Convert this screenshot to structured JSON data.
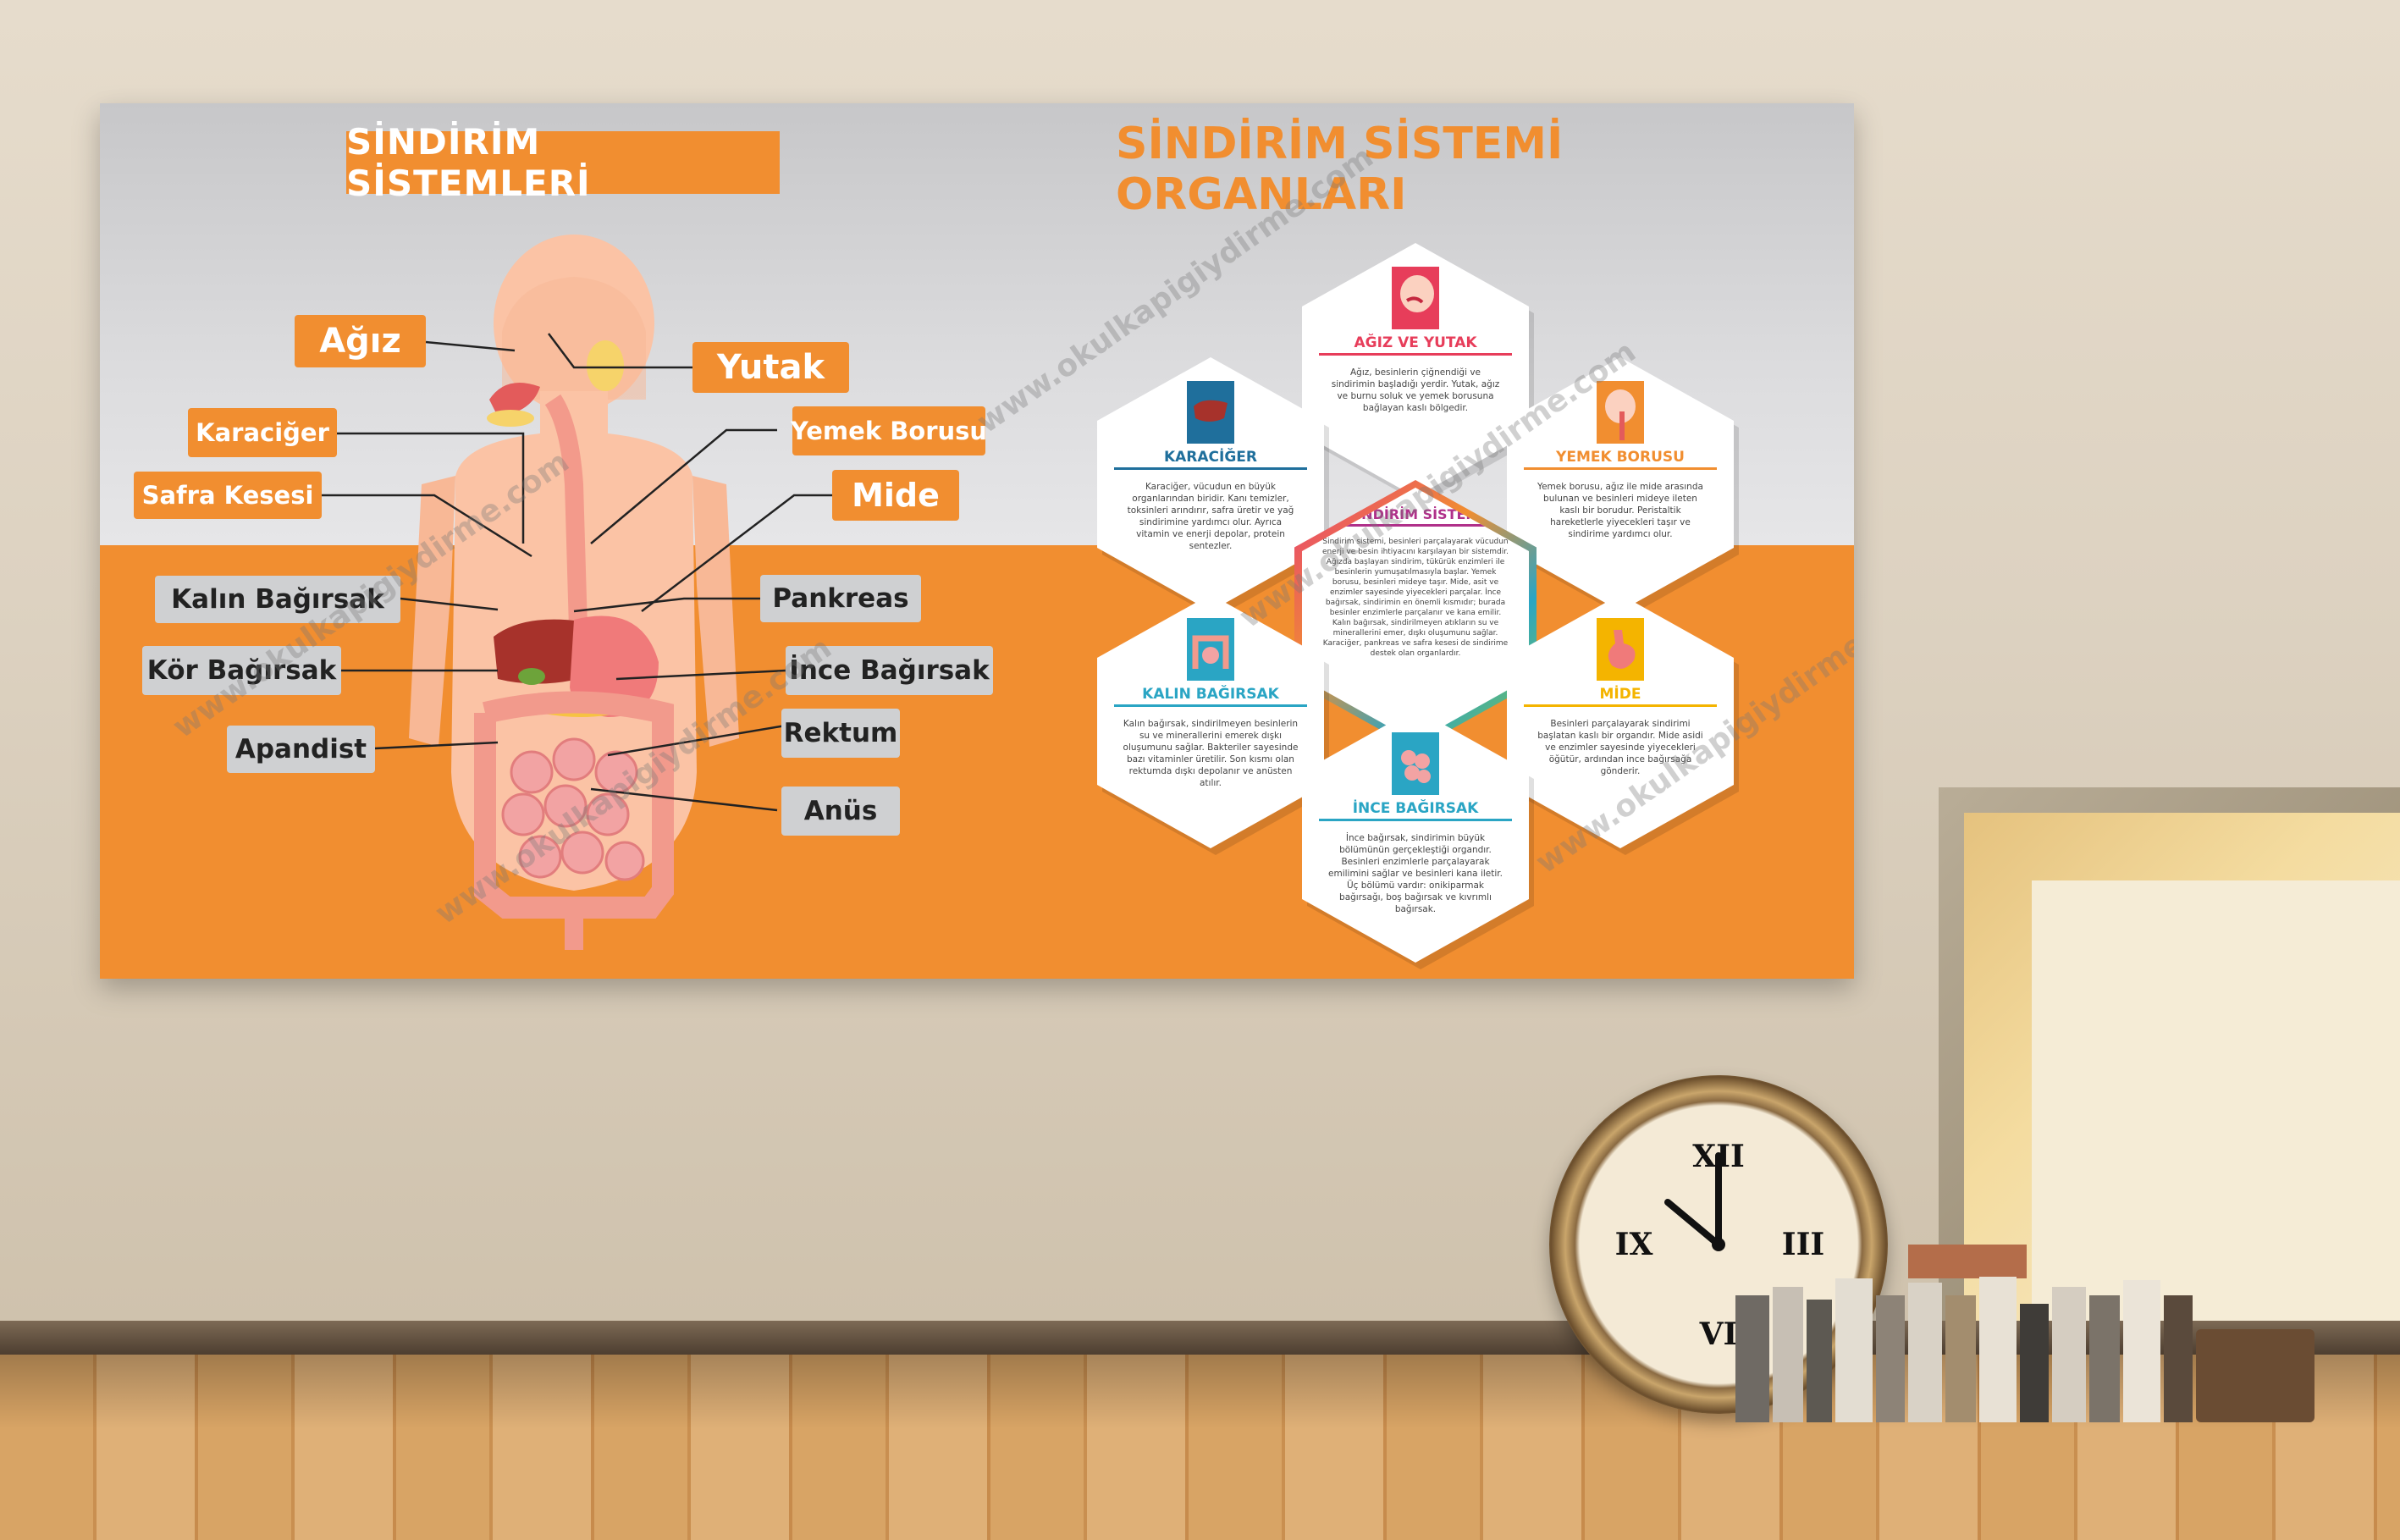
{
  "poster": {
    "left_title": "SİNDİRİM SİSTEMLERİ",
    "right_title": "SİNDİRİM SİSTEMİ ORGANLARI",
    "labels": {
      "agiz": "Ağız",
      "yutak": "Yutak",
      "karaciger": "Karaciğer",
      "yemek_borusu": "Yemek Borusu",
      "safra_kesesi": "Safra Kesesi",
      "mide": "Mide",
      "kalin_bagirsak": "Kalın Bağırsak",
      "pankreas": "Pankreas",
      "kor_bagirsak": "Kör Bağırsak",
      "ince_bagirsak": "İnce Bağırsak",
      "apandist": "Apandist",
      "rektum": "Rektum",
      "anus": "Anüs"
    },
    "hexagons": {
      "agiz_yutak": {
        "title": "AĞIZ VE YUTAK",
        "color": "#e73d5a",
        "text": "Ağız, besinlerin çiğnendiği ve sindirimin başladığı yerdir. Yutak, ağız ve burnu soluk ve yemek borusuna bağlayan kaslı bölgedir."
      },
      "karaciger": {
        "title": "KARACİĞER",
        "color": "#1f6f9c",
        "text": "Karaciğer, vücudun en büyük organlarından biridir. Kanı temizler, toksinleri arındırır, safra üretir ve yağ sindirimine yardımcı olur. Ayrıca vitamin ve enerji depolar, protein sentezler."
      },
      "yemek_borusu": {
        "title": "YEMEK BORUSU",
        "color": "#f18e30",
        "text": "Yemek borusu, ağız ile mide arasında bulunan ve besinleri mideye ileten kaslı bir borudur. Peristaltik hareketlerle yiyecekleri taşır ve sindirime yardımcı olur."
      },
      "sindirim_sistemi": {
        "title": "SİNDİRİM SİSTEMİ",
        "color": "#b0308a",
        "text": "Sindirim sistemi, besinleri parçalayarak vücudun enerji ve besin ihtiyacını karşılayan bir sistemdir. Ağızda başlayan sindirim, tükürük enzimleri ile besinlerin yumuşatılmasıyla başlar. Yemek borusu, besinleri mideye taşır. Mide, asit ve enzimler sayesinde yiyecekleri parçalar. İnce bağırsak, sindirimin en önemli kısmıdır; burada besinler enzimlerle parçalanır ve kana emilir. Kalın bağırsak, sindirilmeyen atıkların su ve minerallerini emer, dışkı oluşumunu sağlar. Karaciğer, pankreas ve safra kesesi de sindirime destek olan organlardır."
      },
      "kalin_bagirsak": {
        "title": "KALIN BAĞIRSAK",
        "color": "#2aa5c4",
        "text": "Kalın bağırsak, sindirilmeyen besinlerin su ve minerallerini emerek dışkı oluşumunu sağlar. Bakteriler sayesinde bazı vitaminler üretilir. Son kısmı olan rektumda dışkı depolanır ve anüsten atılır."
      },
      "mide": {
        "title": "MİDE",
        "color": "#f4b400",
        "text": "Besinleri parçalayarak sindirimi başlatan kaslı bir organdır. Mide asidi ve enzimler sayesinde yiyecekleri öğütür, ardından ince bağırsağa gönderir."
      },
      "ince_bagirsak": {
        "title": "İNCE BAĞIRSAK",
        "color": "#2aa5c4",
        "text": "İnce bağırsak, sindirimin büyük bölümünün gerçekleştiği organdır. Besinleri enzimlerle parçalayarak emilimini sağlar ve besinleri kana iletir. Üç bölümü vardır: onikiparmak bağırsağı, boş bağırsak ve kıvrımlı bağırsak."
      }
    },
    "watermark": "www.okulkapigiydirme.com"
  },
  "colors": {
    "orange": "#f18e30",
    "grey_label": "#cfd0d2"
  }
}
